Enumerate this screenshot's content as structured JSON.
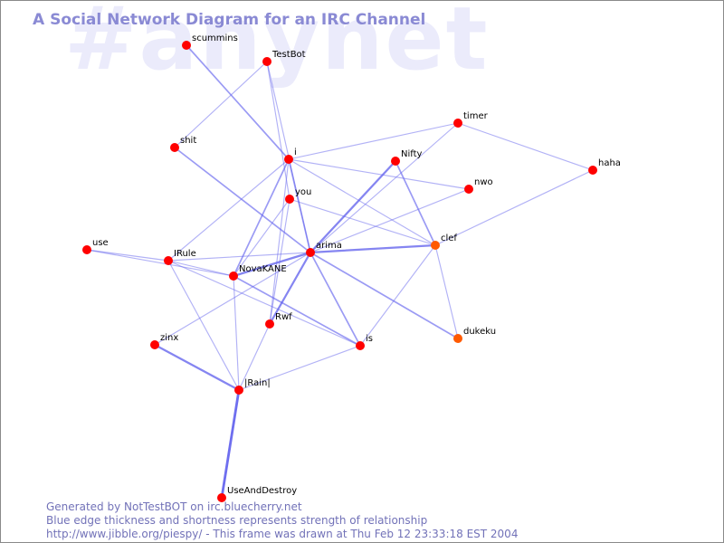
{
  "watermark": "#anynet",
  "title": "A Social Network Diagram for an IRC Channel",
  "footer": {
    "line1": "Generated by NotTestBOT on irc.bluecherry.net",
    "line2": "Blue edge thickness and shortness represents strength of relationship",
    "line3": "http://www.jibble.org/piespy/ - This frame was drawn at Thu Feb 12 23:33:18 EST 2004"
  },
  "colors": {
    "node": "#ff0000",
    "node_recent": "#ff5a00",
    "edge": "#6666ee"
  },
  "nodes": [
    {
      "id": "scummins",
      "label": "scummins"
    },
    {
      "id": "TestBot",
      "label": "TestBot"
    },
    {
      "id": "shit",
      "label": "shit"
    },
    {
      "id": "i",
      "label": "i"
    },
    {
      "id": "Nifty",
      "label": "Nifty"
    },
    {
      "id": "timer",
      "label": "timer"
    },
    {
      "id": "haha",
      "label": "haha"
    },
    {
      "id": "nwo",
      "label": "nwo"
    },
    {
      "id": "you",
      "label": "you"
    },
    {
      "id": "clef",
      "label": "clef"
    },
    {
      "id": "arima",
      "label": "arima"
    },
    {
      "id": "use",
      "label": "use"
    },
    {
      "id": "IRule",
      "label": "IRule"
    },
    {
      "id": "NovaKANE",
      "label": "NovaKANE"
    },
    {
      "id": "Rwf",
      "label": "Rwf"
    },
    {
      "id": "zinx",
      "label": "zinx"
    },
    {
      "id": "is",
      "label": "is"
    },
    {
      "id": "dukeku",
      "label": "dukeku"
    },
    {
      "id": "IRain",
      "label": "|Rain|"
    },
    {
      "id": "UseAndDestroy",
      "label": "UseAndDestroy"
    }
  ],
  "edges": [
    {
      "from": "scummins",
      "to": "i",
      "weight": 2
    },
    {
      "from": "TestBot",
      "to": "shit",
      "weight": 1
    },
    {
      "from": "TestBot",
      "to": "you",
      "weight": 1
    },
    {
      "from": "TestBot",
      "to": "arima",
      "weight": 1
    },
    {
      "from": "shit",
      "to": "arima",
      "weight": 2
    },
    {
      "from": "i",
      "to": "timer",
      "weight": 1
    },
    {
      "from": "i",
      "to": "nwo",
      "weight": 1
    },
    {
      "from": "i",
      "to": "clef",
      "weight": 1
    },
    {
      "from": "i",
      "to": "arima",
      "weight": 2
    },
    {
      "from": "i",
      "to": "NovaKANE",
      "weight": 2
    },
    {
      "from": "i",
      "to": "IRule",
      "weight": 1
    },
    {
      "from": "i",
      "to": "Rwf",
      "weight": 1
    },
    {
      "from": "timer",
      "to": "haha",
      "weight": 1
    },
    {
      "from": "timer",
      "to": "arima",
      "weight": 1
    },
    {
      "from": "haha",
      "to": "clef",
      "weight": 1
    },
    {
      "from": "Nifty",
      "to": "arima",
      "weight": 3
    },
    {
      "from": "Nifty",
      "to": "clef",
      "weight": 2
    },
    {
      "from": "nwo",
      "to": "arima",
      "weight": 1
    },
    {
      "from": "you",
      "to": "clef",
      "weight": 1
    },
    {
      "from": "you",
      "to": "NovaKANE",
      "weight": 1
    },
    {
      "from": "you",
      "to": "Rwf",
      "weight": 1
    },
    {
      "from": "clef",
      "to": "arima",
      "weight": 3
    },
    {
      "from": "clef",
      "to": "dukeku",
      "weight": 1
    },
    {
      "from": "clef",
      "to": "is",
      "weight": 1
    },
    {
      "from": "arima",
      "to": "NovaKANE",
      "weight": 3
    },
    {
      "from": "arima",
      "to": "Rwf",
      "weight": 3
    },
    {
      "from": "arima",
      "to": "is",
      "weight": 2
    },
    {
      "from": "arima",
      "to": "dukeku",
      "weight": 2
    },
    {
      "from": "arima",
      "to": "IRule",
      "weight": 1
    },
    {
      "from": "arima",
      "to": "zinx",
      "weight": 1
    },
    {
      "from": "use",
      "to": "IRule",
      "weight": 1
    },
    {
      "from": "use",
      "to": "NovaKANE",
      "weight": 1
    },
    {
      "from": "IRule",
      "to": "NovaKANE",
      "weight": 1
    },
    {
      "from": "IRule",
      "to": "is",
      "weight": 1
    },
    {
      "from": "IRule",
      "to": "IRain",
      "weight": 1
    },
    {
      "from": "NovaKANE",
      "to": "is",
      "weight": 2
    },
    {
      "from": "NovaKANE",
      "to": "IRain",
      "weight": 1
    },
    {
      "from": "Rwf",
      "to": "IRain",
      "weight": 1
    },
    {
      "from": "IRain",
      "to": "is",
      "weight": 1
    },
    {
      "from": "zinx",
      "to": "IRain",
      "weight": 3
    },
    {
      "from": "IRain",
      "to": "UseAndDestroy",
      "weight": 4
    }
  ]
}
